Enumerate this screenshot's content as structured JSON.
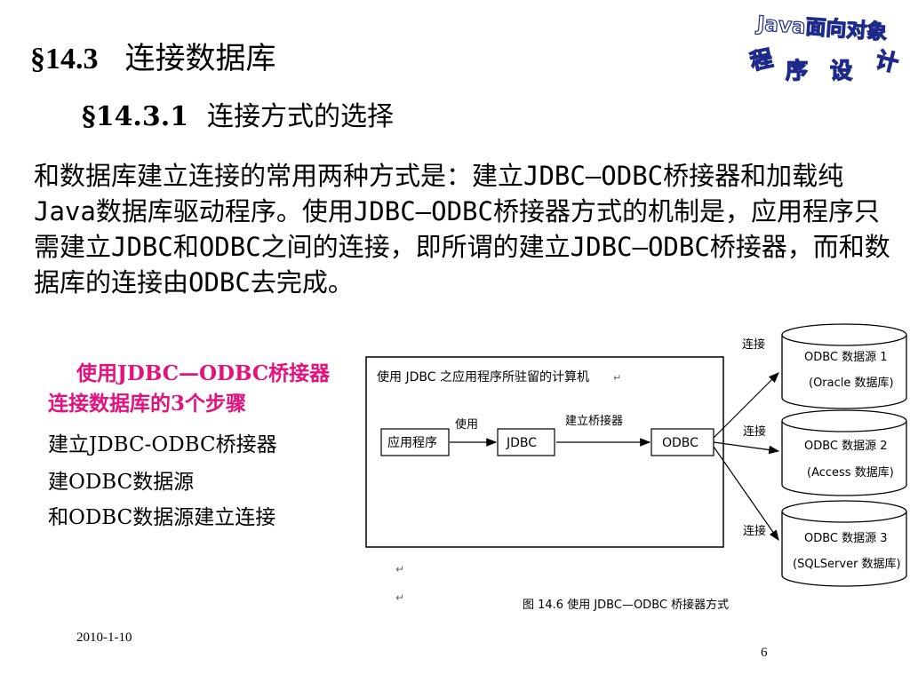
{
  "logo": {
    "top_text": "Java面向对象",
    "chars": [
      "程",
      "序",
      "设",
      "计"
    ]
  },
  "header": {
    "section_number": "§14.3",
    "section_title": "连接数据库",
    "subsection_number": "§14.3.1",
    "subsection_title": "连接方式的选择"
  },
  "body": {
    "paragraph": "和数据库建立连接的常用两种方式是：建立JDBC—ODBC桥接器和加载纯Java数据库驱动程序。使用JDBC—ODBC桥接器方式的机制是，应用程序只需建立JDBC和ODBC之间的连接，即所谓的建立JDBC—ODBC桥接器，而和数据库的连接由ODBC去完成。"
  },
  "steps": {
    "heading": "使用JDBC—ODBC桥接器连接数据库的3个步骤",
    "items": [
      "建立JDBC-ODBC桥接器",
      "建ODBC数据源",
      "和ODBC数据源建立连接"
    ]
  },
  "diagram": {
    "box_title": "使用 JDBC 之应用程序所驻留的计算机",
    "app_label": "应用程序",
    "jdbc_label": "JDBC",
    "odbc_label": "ODBC",
    "use_label": "使用",
    "bridge_label": "建立桥接器",
    "connect_label": "连接",
    "sources": [
      {
        "line1": "ODBC 数据源 1",
        "line2": "(Oracle 数据库)"
      },
      {
        "line1": "ODBC 数据源 2",
        "line2": "(Access 数据库)"
      },
      {
        "line1": "ODBC 数据源 3",
        "line2": "(SQLServer 数据库)"
      }
    ],
    "caption": "图 14.6   使用 JDBC—ODBC 桥接器方式",
    "para_mark": "↵"
  },
  "footer": {
    "date": "2010-1-10",
    "page": "6"
  },
  "colors": {
    "steps_heading": "#e3127d",
    "logo_outline": "#1e2a8a"
  }
}
